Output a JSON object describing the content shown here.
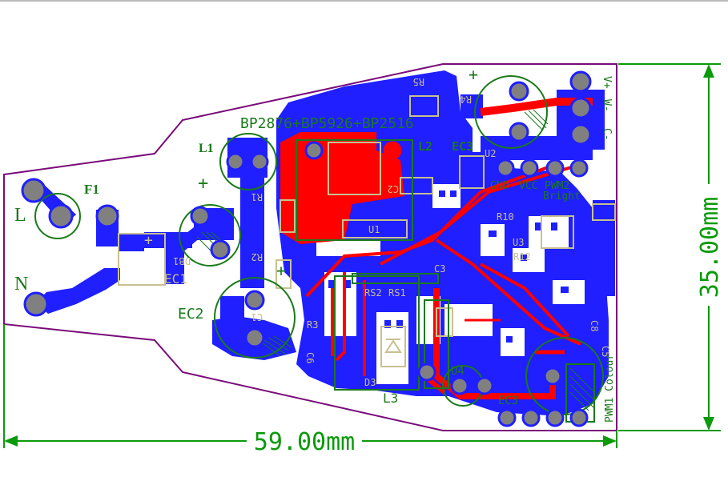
{
  "colors": {
    "outline": "#7a0a7a",
    "copper_top": "#ff0000",
    "copper_bottom": "#1f1fff",
    "silk_green": "#1a7a1a",
    "silk_tan": "#c8c090",
    "pad_gray": "#808080",
    "dimension": "#0a9a0a"
  },
  "dimensions": {
    "width_label": "59.00mm",
    "height_label": "35.00mm"
  },
  "designators": {
    "f1": "F1",
    "l": "L",
    "n": "N",
    "l1": "L1",
    "ec1": "EC1",
    "ec2": "EC2",
    "ec3": "EC3",
    "l2": "L2",
    "l3": "L3",
    "u1": "U1",
    "u2": "U2",
    "u3": "U3",
    "u4": "U4",
    "r1": "R1",
    "r2": "R2",
    "r3": "R3",
    "r4": "R4",
    "r5": "R5",
    "r10": "R10",
    "r12": "R12",
    "rs1": "RS1",
    "rs2": "RS2",
    "c1": "C1",
    "c2": "C2",
    "c3": "C3",
    "c5": "C5",
    "c6": "C6",
    "c8": "C8",
    "d3": "D3",
    "db1": "DB1",
    "part_note": "BP2876+BP5926+BP2516"
  },
  "connector_labels": {
    "gnd": "GND",
    "vcc": "VCC",
    "pwm2": "PWM2",
    "bright": "Bright",
    "pwm1_colour": "PWM1 Colour",
    "v_plus": "V+",
    "w_minus": "W-",
    "c_minus": "C-",
    "plus": "+"
  }
}
